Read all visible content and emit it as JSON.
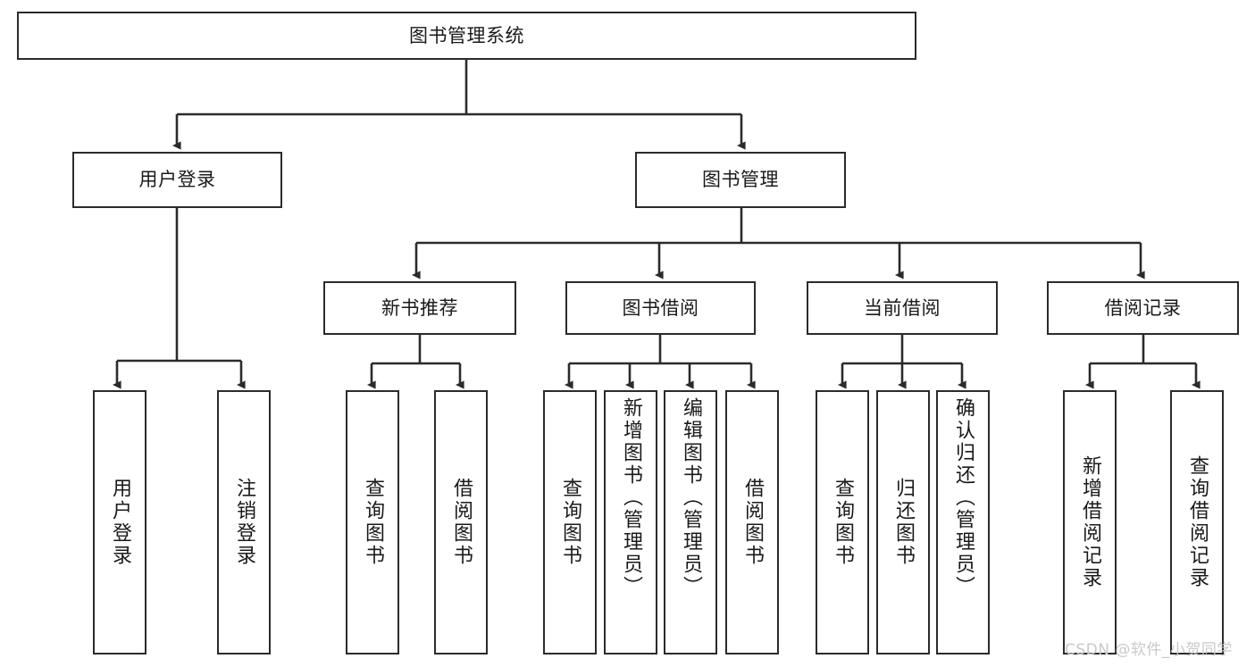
{
  "diagram": {
    "title": "图书管理系统",
    "type": "tree",
    "colors": {
      "box_border": "#2b2b2b",
      "box_fill": "#ffffff",
      "edge": "#2b2b2b",
      "text": "#1a1a1a",
      "watermark": "#c9c9c9"
    },
    "watermark": "CSDN @软件_小贺同学",
    "nodes": {
      "root": {
        "label": "图书管理系统",
        "level": 1
      },
      "l2": [
        {
          "id": "user-login",
          "label": "用户登录",
          "level": 2
        },
        {
          "id": "book-manage",
          "label": "图书管理",
          "level": 2
        }
      ],
      "l3": [
        {
          "id": "new-book-recommend",
          "label": "新书推荐",
          "level": 3
        },
        {
          "id": "book-borrow",
          "label": "图书借阅",
          "level": 3
        },
        {
          "id": "current-borrow",
          "label": "当前借阅",
          "level": 3
        },
        {
          "id": "borrow-record",
          "label": "借阅记录",
          "level": 3
        }
      ],
      "leaves": [
        {
          "id": "leaf-user-login",
          "label": "用户登录",
          "parent": "user-login",
          "align": "center"
        },
        {
          "id": "leaf-logout-login",
          "label": "注销登录",
          "parent": "user-login",
          "align": "center"
        },
        {
          "id": "leaf-query-book-1",
          "label": "查询图书",
          "parent": "new-book-recommend",
          "align": "center"
        },
        {
          "id": "leaf-borrow-book-1",
          "label": "借阅图书",
          "parent": "new-book-recommend",
          "align": "center"
        },
        {
          "id": "leaf-query-book-2",
          "label": "查询图书",
          "parent": "book-borrow",
          "align": "center"
        },
        {
          "id": "leaf-add-book",
          "label": "新增图书（管理员）",
          "parent": "book-borrow",
          "align": "top"
        },
        {
          "id": "leaf-edit-book",
          "label": "编辑图书（管理员）",
          "parent": "book-borrow",
          "align": "top"
        },
        {
          "id": "leaf-borrow-book-2",
          "label": "借阅图书",
          "parent": "book-borrow",
          "align": "center"
        },
        {
          "id": "leaf-query-book-3",
          "label": "查询图书",
          "parent": "current-borrow",
          "align": "center"
        },
        {
          "id": "leaf-return-book",
          "label": "归还图书",
          "parent": "current-borrow",
          "align": "center"
        },
        {
          "id": "leaf-confirm-return",
          "label": "确认归还（管理员）",
          "parent": "current-borrow",
          "align": "top"
        },
        {
          "id": "leaf-add-record",
          "label": "新增借阅记录",
          "parent": "borrow-record",
          "align": "center"
        },
        {
          "id": "leaf-query-record",
          "label": "查询借阅记录",
          "parent": "borrow-record",
          "align": "center"
        }
      ]
    }
  }
}
